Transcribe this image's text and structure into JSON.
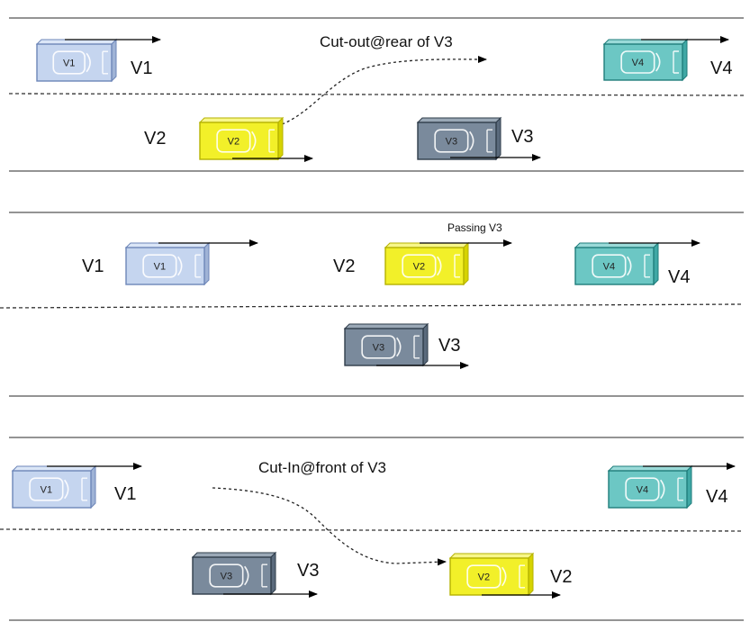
{
  "colors": {
    "v1": {
      "face": "#c5d5ef",
      "top": "#dbe6f7",
      "side": "#9fb3d6",
      "edge": "#6d86b8"
    },
    "v2": {
      "face": "#f2f029",
      "top": "#f8f78a",
      "side": "#d6d300",
      "edge": "#b5b200"
    },
    "v3": {
      "face": "#7a8a9c",
      "top": "#9aa8b6",
      "side": "#5a6a7c",
      "edge": "#2f3c4a"
    },
    "v4": {
      "face": "#6cc7c4",
      "top": "#9adad8",
      "side": "#3fa8a5",
      "edge": "#1f7d7b"
    },
    "road": "#555555",
    "arrow": "#000000"
  },
  "scenarios": [
    {
      "caption": "Cut-out@rear of V3",
      "vehicles": [
        {
          "id": "v1",
          "badge": "V1",
          "label": "V1"
        },
        {
          "id": "v2",
          "badge": "V2",
          "label": "V2"
        },
        {
          "id": "v3",
          "badge": "V3",
          "label": "V3"
        },
        {
          "id": "v4",
          "badge": "V4",
          "label": "V4"
        }
      ]
    },
    {
      "caption": "Passing V3",
      "vehicles": [
        {
          "id": "v1",
          "badge": "V1",
          "label": "V1"
        },
        {
          "id": "v2",
          "badge": "V2",
          "label": "V2"
        },
        {
          "id": "v3",
          "badge": "V3",
          "label": "V3"
        },
        {
          "id": "v4",
          "badge": "V4",
          "label": "V4"
        }
      ]
    },
    {
      "caption": "Cut-In@front of V3",
      "vehicles": [
        {
          "id": "v1",
          "badge": "V1",
          "label": "V1"
        },
        {
          "id": "v2",
          "badge": "V2",
          "label": "V2"
        },
        {
          "id": "v3",
          "badge": "V3",
          "label": "V3"
        },
        {
          "id": "v4",
          "badge": "V4",
          "label": "V4"
        }
      ]
    }
  ]
}
